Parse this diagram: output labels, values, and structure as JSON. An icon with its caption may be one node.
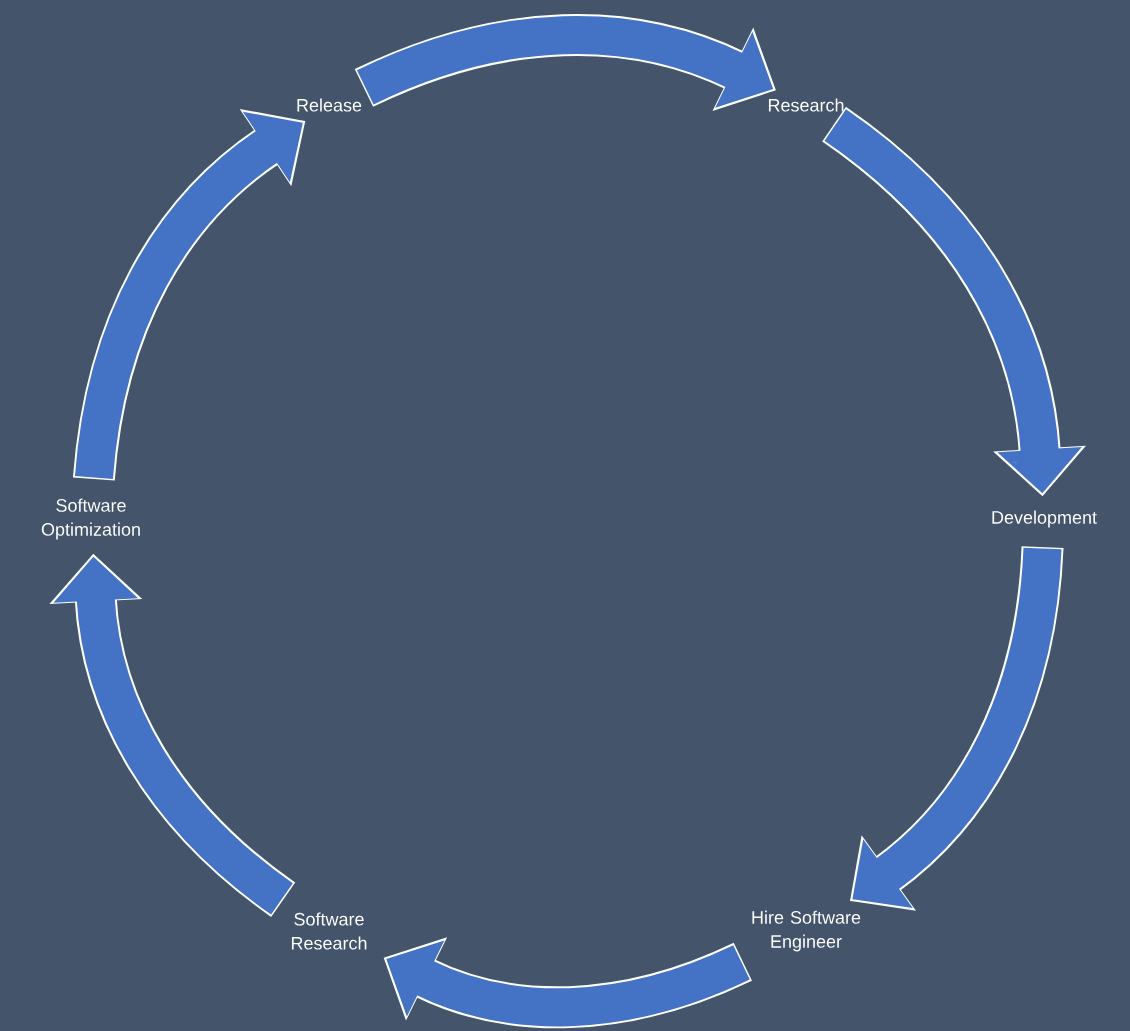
{
  "diagram": {
    "nodes": [
      {
        "text": [
          "Research"
        ]
      },
      {
        "text": [
          "Development"
        ]
      },
      {
        "text": [
          "Hire Software Engineer"
        ]
      },
      {
        "text": [
          "Software Research"
        ]
      },
      {
        "text": [
          "Software Optimization"
        ]
      },
      {
        "text": [
          "Release"
        ]
      }
    ],
    "edges": [
      {
        "from": 5,
        "to": 0,
        "arrow": "to"
      },
      {
        "from": 0,
        "to": 1,
        "arrow": "to"
      },
      {
        "from": 1,
        "to": 2,
        "arrow": "to"
      },
      {
        "from": 2,
        "to": 3,
        "arrow": "to"
      },
      {
        "from": 3,
        "to": 4,
        "arrow": "to"
      },
      {
        "from": 4,
        "to": 5,
        "arrow": "to"
      }
    ]
  }
}
